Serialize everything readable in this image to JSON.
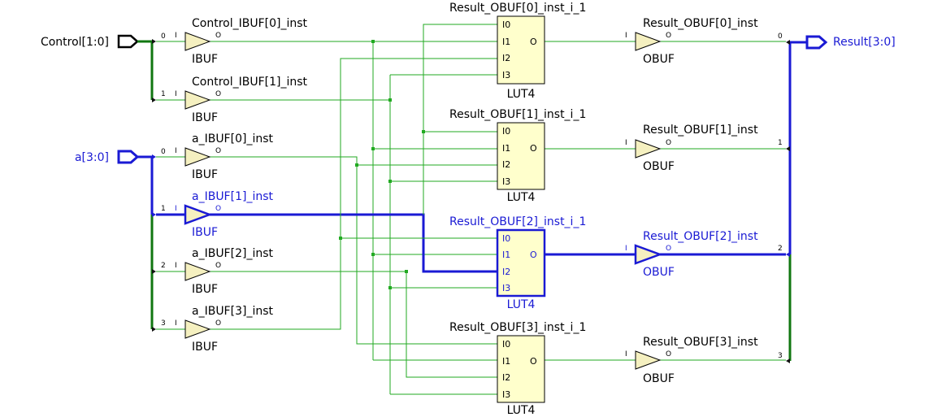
{
  "ports": {
    "control": {
      "label": "Control[1:0]",
      "bits": [
        "0",
        "1"
      ]
    },
    "a": {
      "label": "a[3:0]",
      "bits": [
        "0",
        "1",
        "2",
        "3"
      ]
    },
    "result": {
      "label": "Result[3:0]",
      "bits": [
        "0",
        "1",
        "2",
        "3"
      ]
    }
  },
  "ibufs": [
    {
      "name": "Control_IBUF[0]_inst",
      "type": "IBUF",
      "pin_in": "I",
      "pin_out": "O"
    },
    {
      "name": "Control_IBUF[1]_inst",
      "type": "IBUF",
      "pin_in": "I",
      "pin_out": "O"
    },
    {
      "name": "a_IBUF[0]_inst",
      "type": "IBUF",
      "pin_in": "I",
      "pin_out": "O"
    },
    {
      "name": "a_IBUF[1]_inst",
      "type": "IBUF",
      "pin_in": "I",
      "pin_out": "O"
    },
    {
      "name": "a_IBUF[2]_inst",
      "type": "IBUF",
      "pin_in": "I",
      "pin_out": "O"
    },
    {
      "name": "a_IBUF[3]_inst",
      "type": "IBUF",
      "pin_in": "I",
      "pin_out": "O"
    }
  ],
  "luts": [
    {
      "name": "Result_OBUF[0]_inst_i_1",
      "type": "LUT4",
      "inputs": [
        "I0",
        "I1",
        "I2",
        "I3"
      ],
      "output": "O"
    },
    {
      "name": "Result_OBUF[1]_inst_i_1",
      "type": "LUT4",
      "inputs": [
        "I0",
        "I1",
        "I2",
        "I3"
      ],
      "output": "O"
    },
    {
      "name": "Result_OBUF[2]_inst_i_1",
      "type": "LUT4",
      "inputs": [
        "I0",
        "I1",
        "I2",
        "I3"
      ],
      "output": "O"
    },
    {
      "name": "Result_OBUF[3]_inst_i_1",
      "type": "LUT4",
      "inputs": [
        "I0",
        "I1",
        "I2",
        "I3"
      ],
      "output": "O"
    }
  ],
  "obufs": [
    {
      "name": "Result_OBUF[0]_inst",
      "type": "OBUF",
      "pin_in": "I",
      "pin_out": "O"
    },
    {
      "name": "Result_OBUF[1]_inst",
      "type": "OBUF",
      "pin_in": "I",
      "pin_out": "O"
    },
    {
      "name": "Result_OBUF[2]_inst",
      "type": "OBUF",
      "pin_in": "I",
      "pin_out": "O"
    },
    {
      "name": "Result_OBUF[3]_inst",
      "type": "OBUF",
      "pin_in": "I",
      "pin_out": "O"
    }
  ],
  "colors": {
    "normal_text": "#000000",
    "selected": "#1a1ad4",
    "net": "#22aa22",
    "bus": "#117711",
    "cell_fill": "#ffffcc",
    "buffer_fill": "#f5f0c0"
  }
}
